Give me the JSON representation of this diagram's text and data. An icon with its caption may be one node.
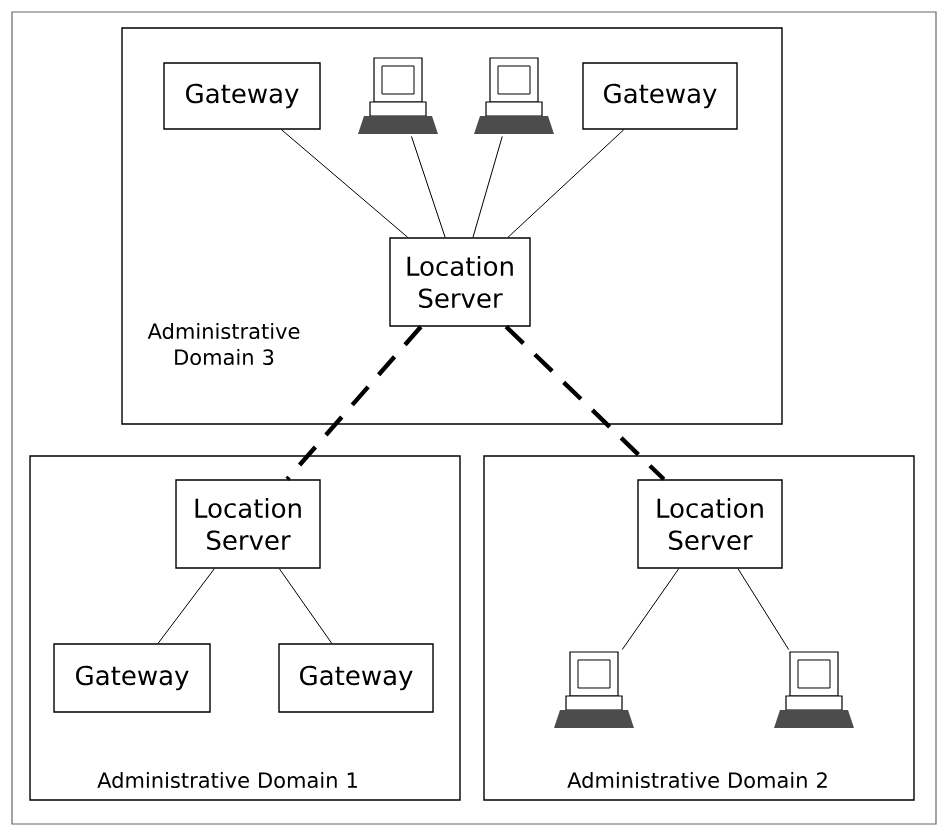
{
  "diagram": {
    "nodes": [
      {
        "text": [
          "Administrative Domain 3"
        ]
      },
      {
        "text": [
          "Gateway"
        ],
        "in": 0
      },
      {
        "text": [],
        "shape": "computer",
        "in": 0
      },
      {
        "text": [],
        "shape": "computer",
        "in": 0
      },
      {
        "text": [
          "Gateway"
        ],
        "in": 0
      },
      {
        "text": [
          "Location Server"
        ],
        "in": 0
      },
      {
        "text": [
          "Administrative Domain 1"
        ]
      },
      {
        "text": [
          "Location Server"
        ],
        "in": 6
      },
      {
        "text": [
          "Gateway"
        ],
        "in": 6
      },
      {
        "text": [
          "Gateway"
        ],
        "in": 6
      },
      {
        "text": [
          "Administrative Domain 2"
        ]
      },
      {
        "text": [
          "Location Server"
        ],
        "in": 10
      },
      {
        "text": [],
        "shape": "computer",
        "in": 10
      },
      {
        "text": [],
        "shape": "computer",
        "in": 10
      }
    ],
    "edges": [
      {
        "from": 1,
        "to": 5,
        "arrow": "none"
      },
      {
        "from": 2,
        "to": 5,
        "arrow": "none"
      },
      {
        "from": 3,
        "to": 5,
        "arrow": "none"
      },
      {
        "from": 4,
        "to": 5,
        "arrow": "none"
      },
      {
        "from": 5,
        "to": 7,
        "arrow": "none",
        "style": "dashed"
      },
      {
        "from": 5,
        "to": 11,
        "arrow": "none",
        "style": "dashed"
      },
      {
        "from": 7,
        "to": 8,
        "arrow": "none"
      },
      {
        "from": 7,
        "to": 9,
        "arrow": "none"
      },
      {
        "from": 11,
        "to": 12,
        "arrow": "none"
      },
      {
        "from": 11,
        "to": 13,
        "arrow": "none"
      }
    ]
  }
}
